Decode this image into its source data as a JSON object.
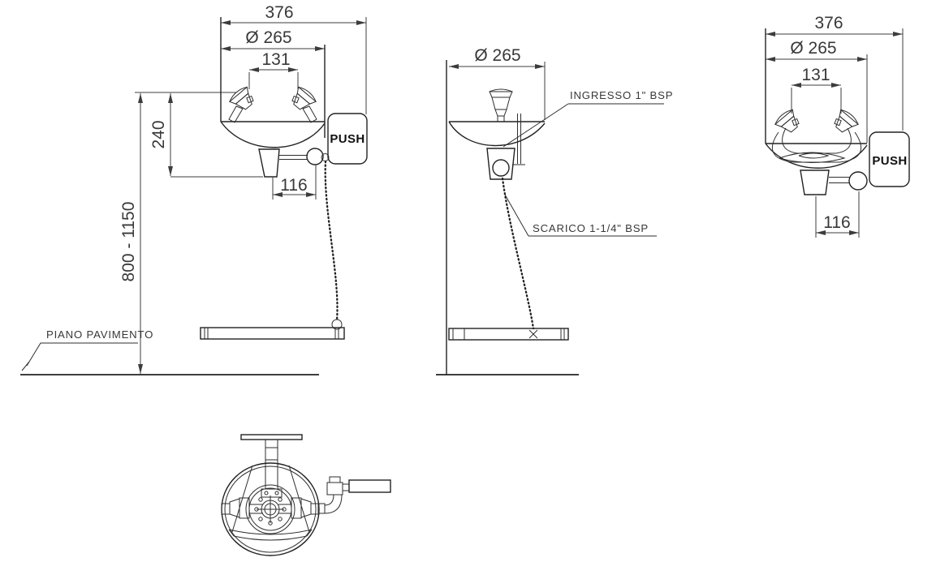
{
  "colors": {
    "object_line": "#222222",
    "dimension_line": "#3c3c3c",
    "text": "#383838",
    "background": "#ffffff"
  },
  "front_view": {
    "dim_overall_width": "376",
    "dim_bowl_diameter": "Ø 265",
    "dim_nozzle_spacing": "131",
    "dim_nozzle_to_valve": "240",
    "dim_floor_height": "800 - 1150",
    "dim_valve_offset": "116",
    "push_plate": "PUSH",
    "floor_label": "PIANO PAVIMENTO"
  },
  "side_view": {
    "dim_bowl_diameter": "Ø 265",
    "inlet_label": "INGRESSO 1\" BSP",
    "drain_label": "SCARICO 1-1/4\" BSP"
  },
  "piped_front_view": {
    "dim_overall_width": "376",
    "dim_bowl_diameter": "Ø 265",
    "dim_nozzle_spacing": "131",
    "dim_valve_offset": "116",
    "push_plate": "PUSH"
  }
}
